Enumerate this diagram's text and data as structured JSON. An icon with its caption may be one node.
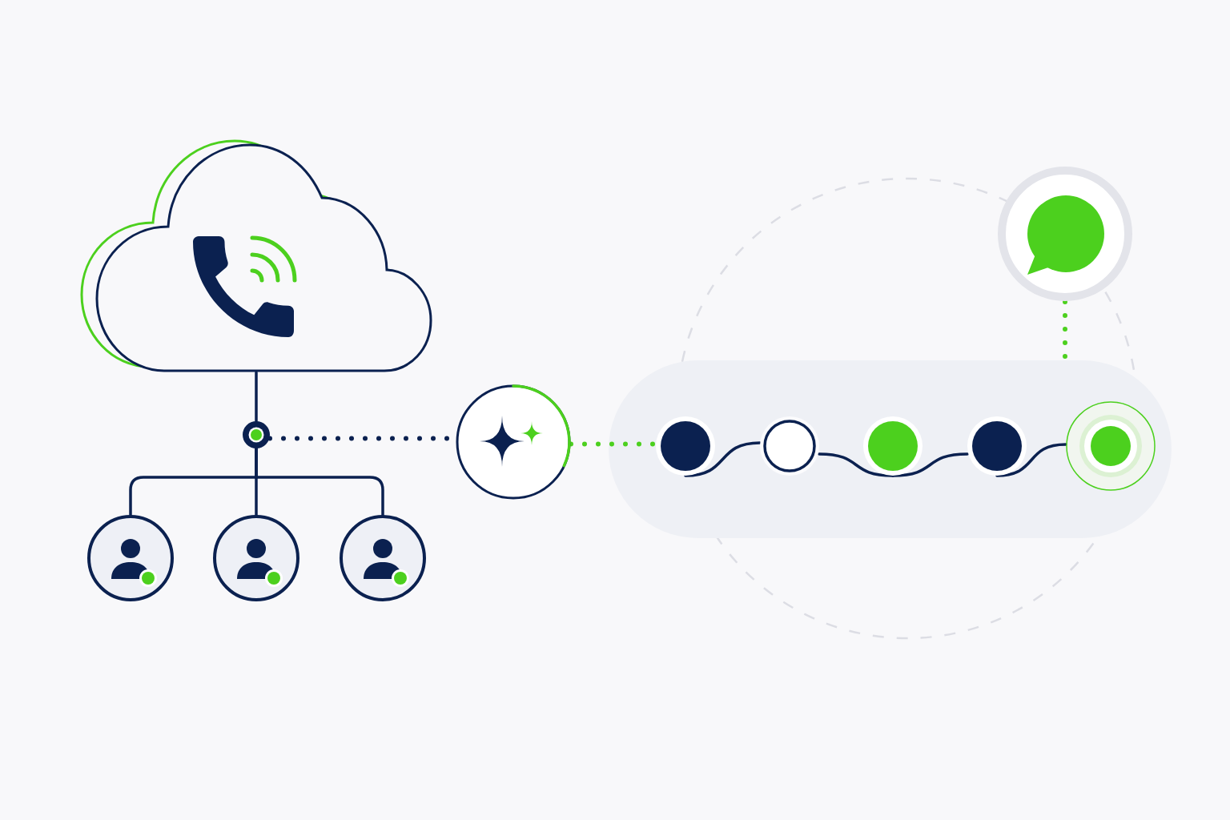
{
  "diagram": {
    "nodes": [
      {
        "text": [],
        "shape": "cloud"
      },
      {
        "text": [],
        "shape": "circle"
      },
      {
        "text": [],
        "shape": "circle"
      },
      {
        "text": [],
        "shape": "circle"
      },
      {
        "text": [],
        "shape": "circle"
      },
      {
        "text": [],
        "shape": "circle"
      },
      {
        "text": [],
        "shape": "box"
      },
      {
        "text": [],
        "shape": "circle",
        "in": 6
      },
      {
        "text": [],
        "shape": "circle",
        "in": 6
      },
      {
        "text": [],
        "shape": "circle",
        "in": 6
      },
      {
        "text": [],
        "shape": "circle",
        "in": 6
      },
      {
        "text": [],
        "shape": "circle",
        "in": 6
      },
      {
        "text": [],
        "shape": "circle"
      }
    ],
    "edges": [
      {
        "from": 0,
        "to": 1,
        "arrow": "none"
      },
      {
        "from": 1,
        "to": 2,
        "arrow": "none"
      },
      {
        "from": 1,
        "to": 3,
        "arrow": "none"
      },
      {
        "from": 1,
        "to": 4,
        "arrow": "none"
      },
      {
        "from": 1,
        "to": 5,
        "arrow": "none",
        "style": "dashed"
      },
      {
        "from": 5,
        "to": 7,
        "arrow": "none",
        "style": "dashed",
        "color": "#4cd01e"
      },
      {
        "from": 7,
        "to": 8,
        "arrow": "none"
      },
      {
        "from": 8,
        "to": 9,
        "arrow": "none"
      },
      {
        "from": 9,
        "to": 10,
        "arrow": "none"
      },
      {
        "from": 10,
        "to": 11,
        "arrow": "none"
      },
      {
        "from": 12,
        "to": 6,
        "arrow": "none",
        "style": "dashed",
        "color": "#4cd01e"
      }
    ]
  }
}
